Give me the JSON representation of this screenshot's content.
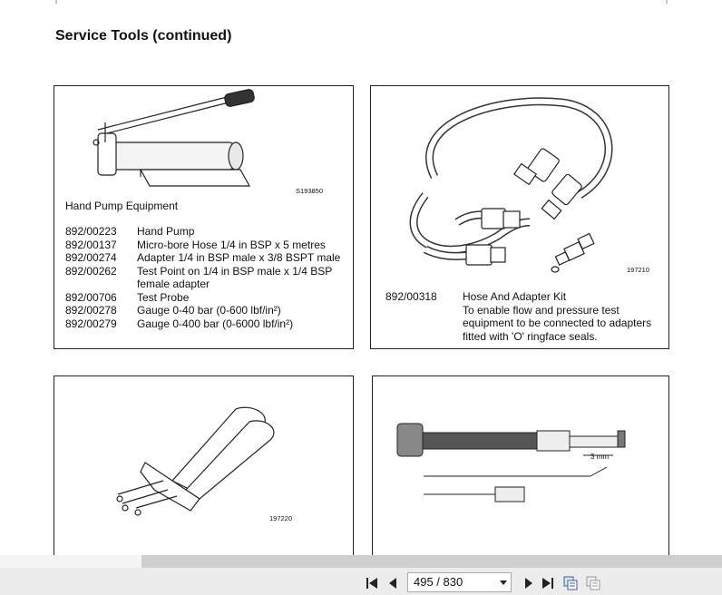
{
  "page": {
    "title": "Service Tools (continued)"
  },
  "box1": {
    "figure_code": "S193850",
    "heading": "Hand Pump Equipment",
    "items": [
      {
        "code": "892/00223",
        "desc": "Hand Pump"
      },
      {
        "code": "892/00137",
        "desc": "Micro-bore Hose 1/4 in BSP x 5 metres"
      },
      {
        "code": "892/00274",
        "desc": "Adapter 1/4 in BSP male x 3/8 BSPT male"
      },
      {
        "code": "892/00262",
        "desc": "Test Point on 1/4 in BSP male x 1/4 BSP female adapter"
      },
      {
        "code": "892/00706",
        "desc": "Test Probe"
      },
      {
        "code": "892/00278",
        "desc": "Gauge 0-40 bar (0-600 lbf/in²)"
      },
      {
        "code": "892/00279",
        "desc": "Gauge 0-400 bar (0-6000 lbf/in²)"
      }
    ]
  },
  "box2": {
    "figure_code": "197210",
    "code": "892/00318",
    "name": "Hose And Adapter Kit",
    "desc": "To enable flow and pressure test equipment to be connected to adapters fitted with 'O' ringface seals."
  },
  "box3": {
    "figure_code": "197220"
  },
  "box4": {
    "dimension_label": "3 mm"
  },
  "viewer": {
    "page_display": "495 / 830"
  }
}
